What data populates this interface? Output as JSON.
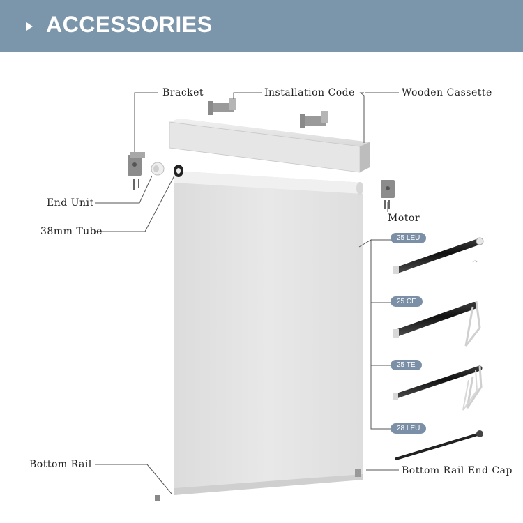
{
  "header": {
    "title": "ACCESSORIES"
  },
  "labels": {
    "bracket": "Bracket",
    "installation_code": "Installation Code",
    "wooden_cassette": "Wooden Cassette",
    "end_unit": "End Unit",
    "tube": "38mm Tube",
    "motor": "Motor",
    "bottom_rail": "Bottom Rail",
    "bottom_rail_end_cap": "Bottom Rail End Cap"
  },
  "motor_variants": [
    "25 LEU",
    "25 CE",
    "25 TE",
    "28 LEU"
  ],
  "colors": {
    "header": "#7b96ab",
    "badge": "#7b90a6",
    "leader_line": "#555555",
    "fabric": "#e4e4e4"
  }
}
